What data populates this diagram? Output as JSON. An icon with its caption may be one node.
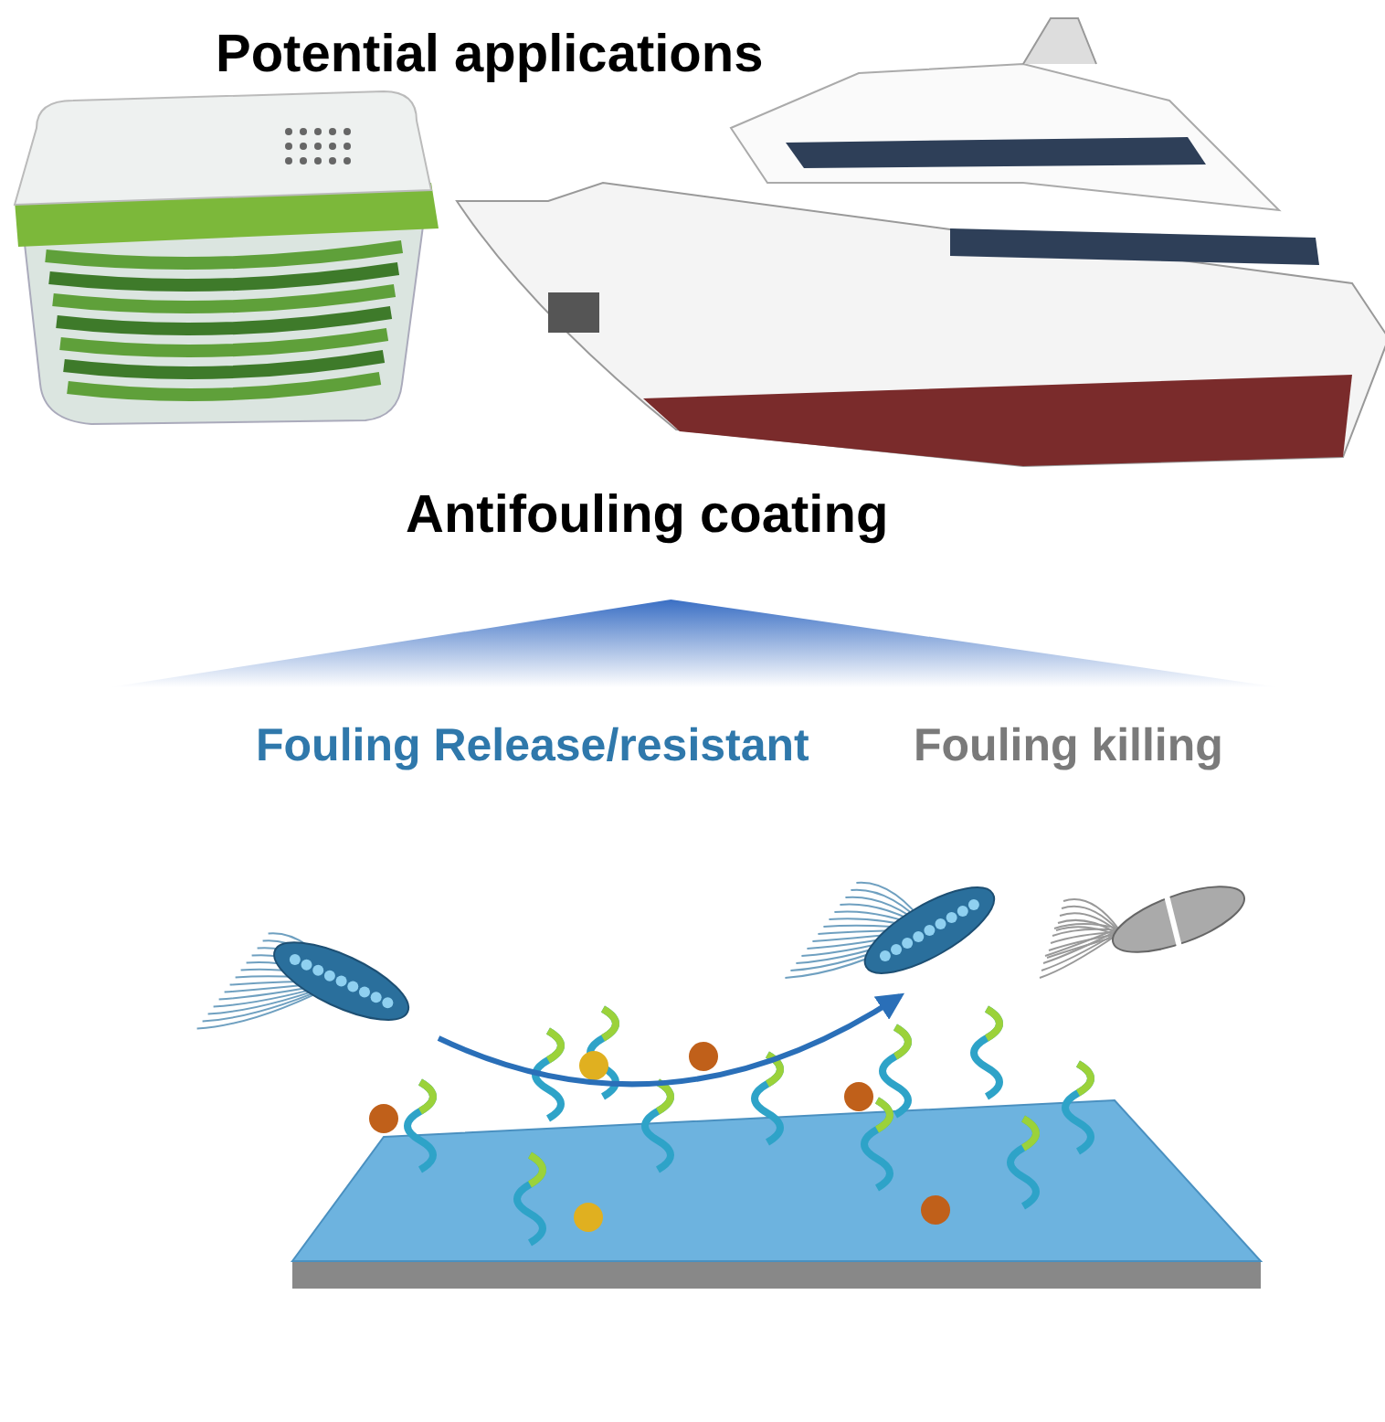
{
  "diagram": {
    "title": "Potential applications",
    "nodes": [
      {
        "text": [],
        "shape": "triangle"
      },
      {
        "text": [],
        "shape": "picture"
      },
      {
        "text": [],
        "shape": "picture"
      }
    ],
    "edges": [
      {
        "from": 1,
        "to": 2,
        "arrow": "to"
      }
    ],
    "labels": [
      "Antifouling coating",
      "Fouling Release/resistant",
      "Fouling killing"
    ]
  }
}
